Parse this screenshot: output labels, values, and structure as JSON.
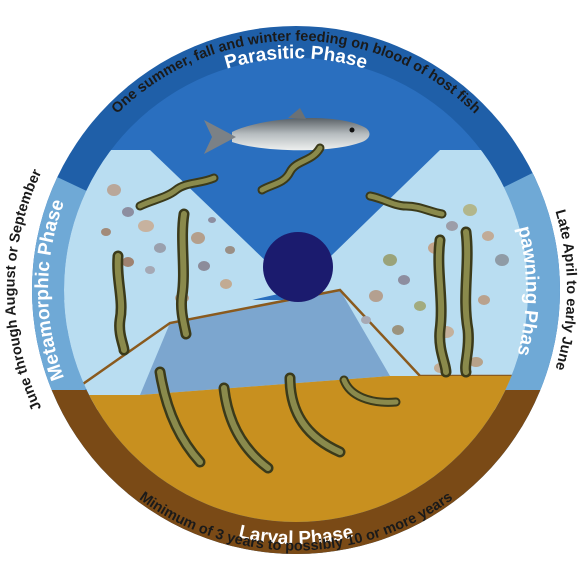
{
  "phases": {
    "parasitic": "Parasitic Phase",
    "spawning": "Spawning Phase",
    "larval": "Larval Phase",
    "metamorphic": "Metamorphic Phase"
  },
  "durations": {
    "parasitic": "One summer, fall and winter feeding on blood of host fish",
    "spawning": "Late April to early June",
    "larval": "Minimum of 3 years to possibly 10 or more years",
    "metamorphic": "June through August or September"
  },
  "colors": {
    "parasitic_ring": "#1f5fa8",
    "parasitic_inner": "#2a6fbf",
    "water_light": "#b9ddf1",
    "side_ring": "#6fa9d6",
    "larval_ring": "#7a4a16",
    "sediment": "#c8901f",
    "center": "#1b1b6e",
    "stream_bank": "#7ca6cf"
  }
}
